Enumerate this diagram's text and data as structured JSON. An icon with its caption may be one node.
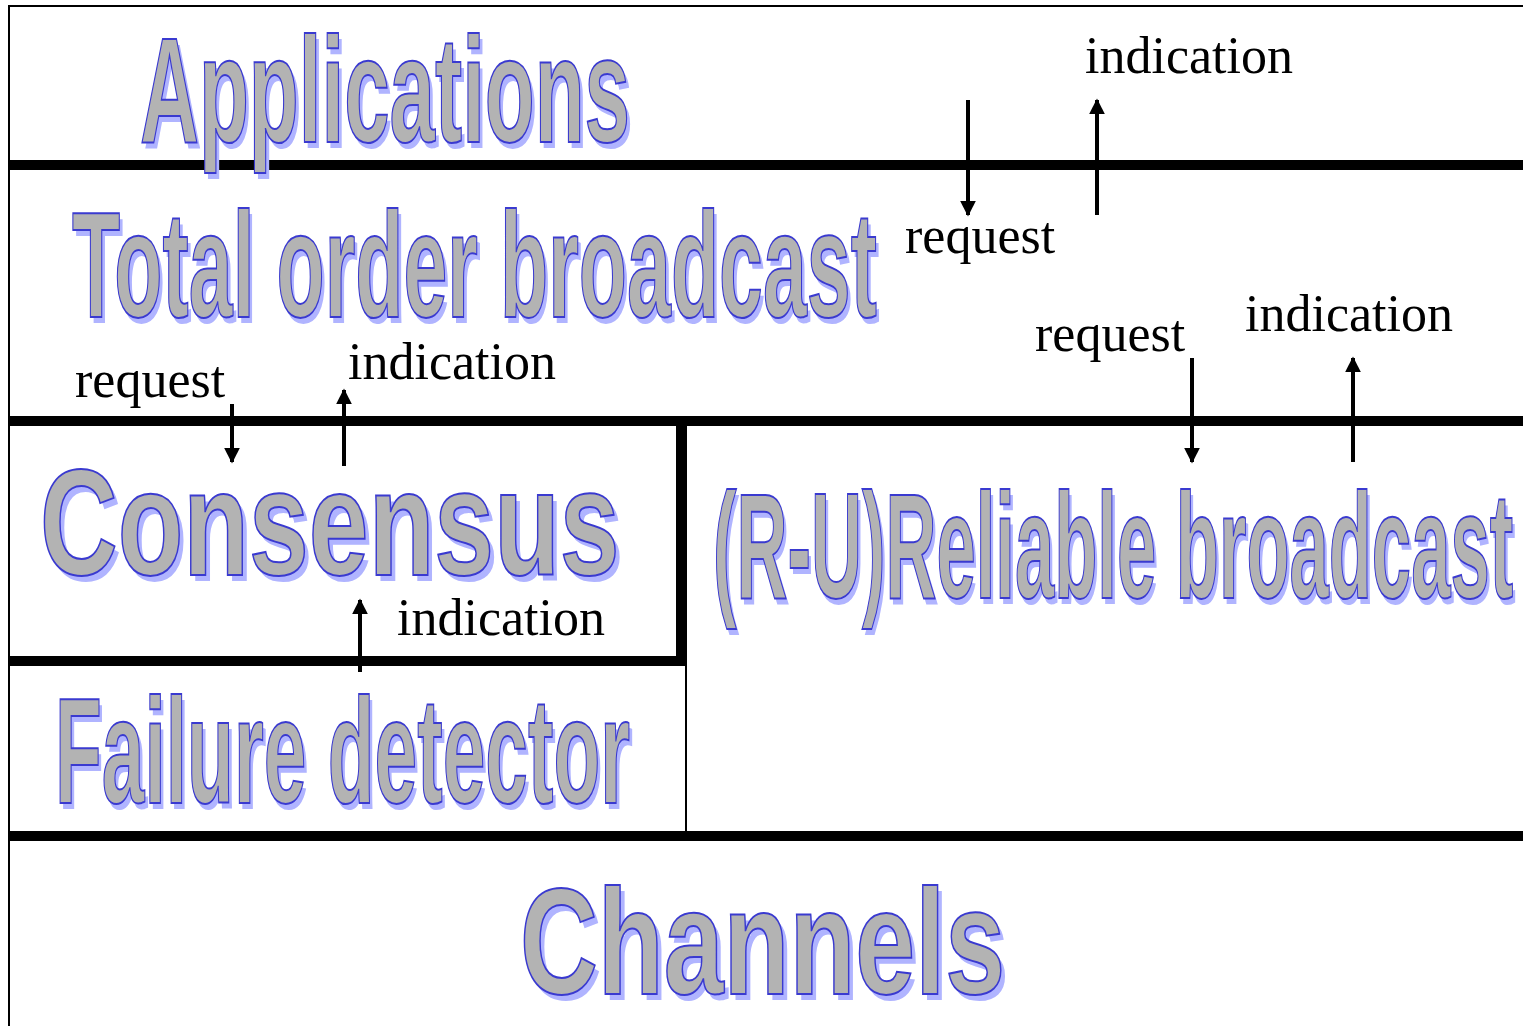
{
  "diagram": {
    "nodes": [
      {
        "text": [
          "Applications"
        ]
      },
      {
        "text": [
          "Total order broadcast"
        ]
      },
      {
        "text": [
          "Consensus"
        ]
      },
      {
        "text": [
          "(R-U)Reliable broadcast"
        ]
      },
      {
        "text": [
          "Failure detector"
        ]
      },
      {
        "text": [
          "Channels"
        ]
      }
    ],
    "edges": [
      {
        "from": 0,
        "to": 1,
        "arrow": "to",
        "label": "request"
      },
      {
        "from": 1,
        "to": 0,
        "arrow": "to",
        "label": "indication"
      },
      {
        "from": 1,
        "to": 2,
        "arrow": "to",
        "label": "request"
      },
      {
        "from": 2,
        "to": 1,
        "arrow": "to",
        "label": "indication"
      },
      {
        "from": 1,
        "to": 3,
        "arrow": "to",
        "label": "request"
      },
      {
        "from": 3,
        "to": 1,
        "arrow": "to",
        "label": "indication"
      },
      {
        "from": 4,
        "to": 2,
        "arrow": "to",
        "label": "indication"
      }
    ]
  }
}
